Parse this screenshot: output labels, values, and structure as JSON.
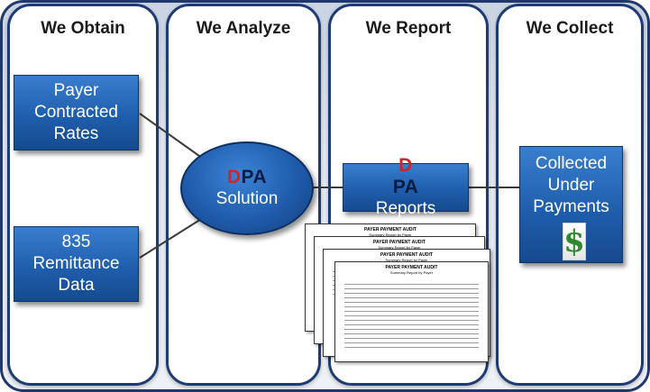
{
  "columns": {
    "obtain": "We Obtain",
    "analyze": "We Analyze",
    "report": "We Report",
    "collect": "We Collect"
  },
  "boxes": {
    "payer_rates": [
      "Payer",
      "Contracted",
      "Rates"
    ],
    "remittance": [
      "835",
      "Remittance",
      "Data"
    ],
    "solution": {
      "brand_d": "D",
      "brand_pa": "PA",
      "label": "Solution"
    },
    "reports": {
      "brand_d": "D",
      "brand_pa": "PA",
      "label": "Reports"
    },
    "collected": [
      "Collected",
      "Under",
      "Payments"
    ]
  },
  "report_doc": {
    "title": "PAYER PAYMENT AUDIT",
    "subtitle": "Summary Report by Payer"
  },
  "icons": {
    "dollar": "$"
  },
  "colors": {
    "box_blue": "#1f5ead",
    "border_navy": "#1f3b73",
    "brand_red": "#d2232a",
    "dollar_green": "#2f8a2f"
  }
}
